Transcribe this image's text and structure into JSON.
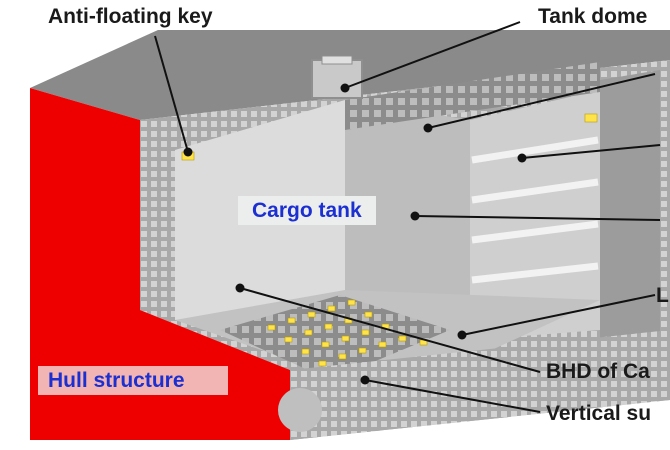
{
  "labels": {
    "anti_floating_key": "Anti-floating key",
    "tank_dome": "Tank dome",
    "cargo_tank": "Cargo tank",
    "hull_structure": "Hull structure",
    "bhd_partial": "BHD of Ca",
    "vertical_partial": "Vertical su",
    "l_partial": "L"
  },
  "colors": {
    "hull_red": "#ee0000",
    "cargo_text": "#1c2fd0",
    "hull_text": "#1c2fd0",
    "hull_box": "#f2b5b3",
    "cargo_box": "#eceeee",
    "support_yellow": "#ffe34d",
    "leader": "#111111"
  }
}
